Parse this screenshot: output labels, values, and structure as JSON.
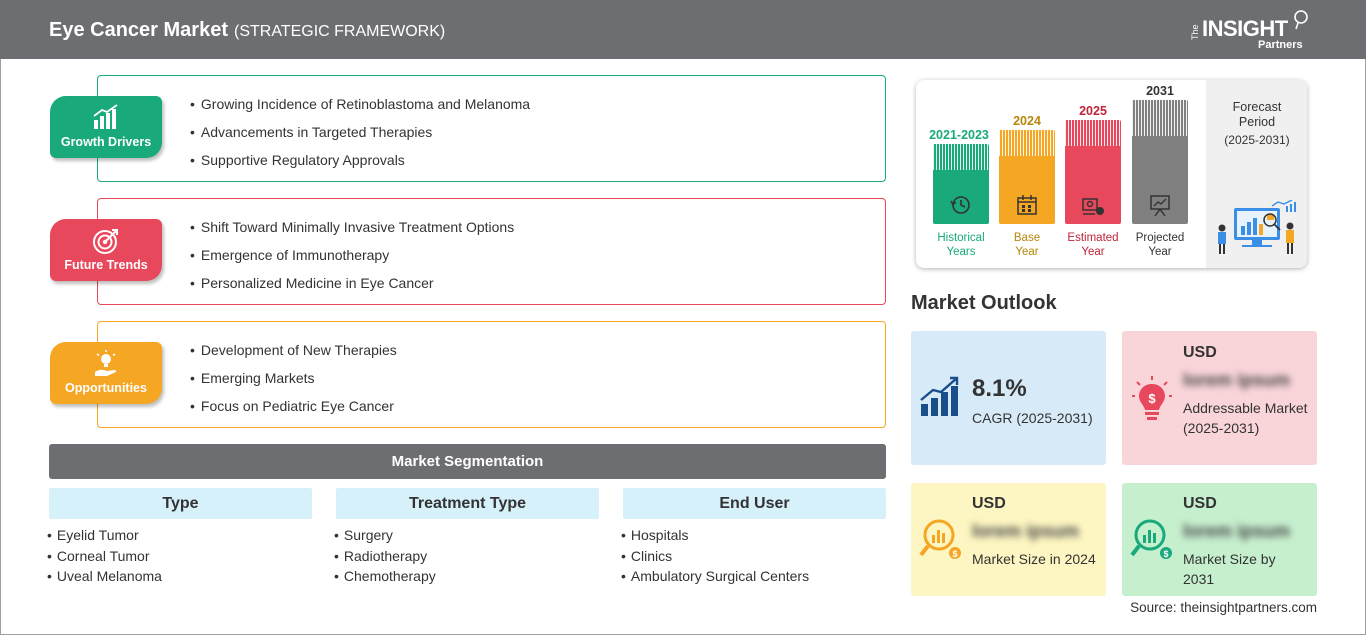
{
  "header": {
    "title": "Eye Cancer Market",
    "subtitle": "(STRATEGIC FRAMEWORK)",
    "logo_the": "The",
    "logo_brand": "INSIGHT",
    "logo_partners": "Partners"
  },
  "cards": [
    {
      "badge": "Growth Drivers",
      "color": "#19a97b",
      "items": [
        "Growing Incidence of Retinoblastoma and Melanoma",
        "Advancements in Targeted Therapies",
        "Supportive Regulatory Approvals"
      ]
    },
    {
      "badge": "Future Trends",
      "color": "#e8485c",
      "items": [
        "Shift Toward Minimally Invasive Treatment Options",
        "Emergence of Immunotherapy",
        "Personalized Medicine in Eye Cancer"
      ]
    },
    {
      "badge": "Opportunities",
      "color": "#f5a623",
      "items": [
        "Development of New Therapies",
        "Emerging Markets",
        "Focus on Pediatric Eye Cancer"
      ]
    }
  ],
  "segmentation": {
    "title": "Market Segmentation",
    "columns": [
      {
        "head": "Type",
        "items": [
          "Eyelid Tumor",
          "Corneal Tumor",
          "Uveal Melanoma"
        ]
      },
      {
        "head": "Treatment Type",
        "items": [
          "Surgery",
          "Radiotherapy",
          "Chemotherapy"
        ]
      },
      {
        "head": "End User",
        "items": [
          "Hospitals",
          "Clinics",
          "Ambulatory Surgical Centers"
        ]
      }
    ]
  },
  "timeline": {
    "columns": [
      {
        "year": "2021-2023",
        "caption_line1": "Historical",
        "caption_line2": "Years",
        "color": "#19a97b",
        "year_color": "#19a97b",
        "caption_color": "#19a97b",
        "icon": "history-icon"
      },
      {
        "year": "2024",
        "caption_line1": "Base",
        "caption_line2": "Year",
        "color": "#f5a623",
        "year_color": "#b8860b",
        "caption_color": "#b8860b",
        "icon": "calendar-icon"
      },
      {
        "year": "2025",
        "caption_line1": "Estimated",
        "caption_line2": "Year",
        "color": "#e8485c",
        "year_color": "#c0233a",
        "caption_color": "#c0233a",
        "icon": "estimate-icon"
      },
      {
        "year": "2031",
        "caption_line1": "Projected",
        "caption_line2": "Year",
        "color": "#808080",
        "year_color": "#333333",
        "caption_color": "#333333",
        "icon": "presentation-icon"
      }
    ],
    "forecast_title_line1": "Forecast",
    "forecast_title_line2": "Period",
    "forecast_range": "(2025-2031)"
  },
  "outlook": {
    "title": "Market Outlook",
    "cagr_value": "8.1%",
    "cagr_label": "CAGR (2025-2031)",
    "addressable_usd": "USD",
    "addressable_blur": "lorem ipsum",
    "addressable_label": "Addressable Market (2025-2031)",
    "size2024_usd": "USD",
    "size2024_blur": "lorem ipsum",
    "size2024_label": "Market Size in 2024",
    "size2031_usd": "USD",
    "size2031_blur": "lorem ipsum",
    "size2031_label": "Market Size by 2031",
    "colors": {
      "cagr": "#d6eaf8",
      "addressable": "#f9d5da",
      "size2024": "#fdf6c2",
      "size2031": "#c6efce",
      "accent_blue": "#1a4e8a"
    }
  },
  "source": "Source: theinsightpartners.com"
}
